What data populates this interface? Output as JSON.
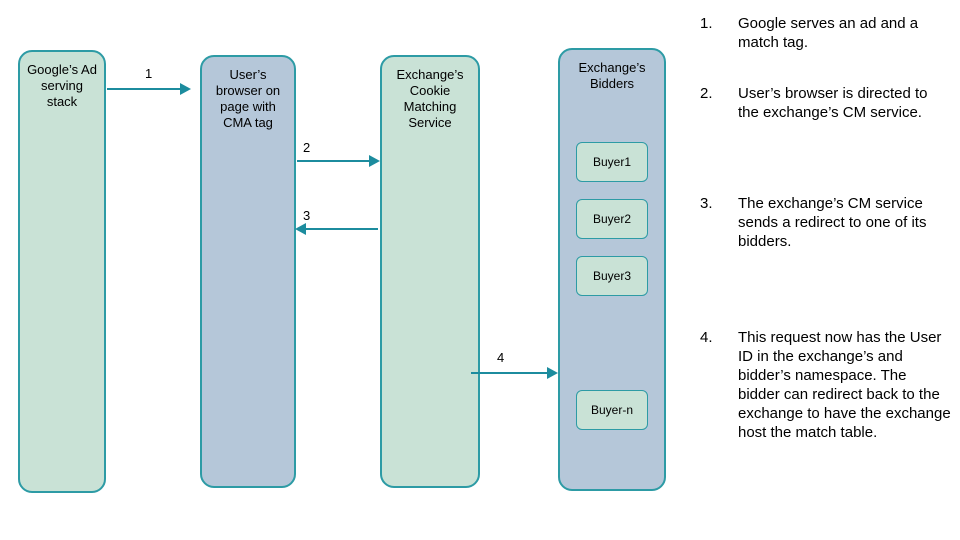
{
  "diagram": {
    "columns": [
      {
        "label": "Google’s Ad serving stack"
      },
      {
        "label": "User’s browser on page with CMA tag"
      },
      {
        "label": "Exchange’s Cookie Matching Service"
      },
      {
        "label": "Exchange’s Bidders"
      }
    ],
    "buyers": [
      "Buyer1",
      "Buyer2",
      "Buyer3",
      "Buyer-n"
    ],
    "arrows": [
      {
        "label": "1"
      },
      {
        "label": "2"
      },
      {
        "label": "3"
      },
      {
        "label": "4"
      }
    ],
    "colors": {
      "border_teal": "#2d9ba5",
      "arrow_teal": "#1c8c9e",
      "fill_green": "#c9e2d6",
      "fill_blue": "#b5c7d9"
    }
  },
  "notes": [
    {
      "num": "1.",
      "text": "Google serves an ad and a match tag."
    },
    {
      "num": "2.",
      "text": "User’s browser is directed to the exchange’s CM service."
    },
    {
      "num": "3.",
      "text": "The exchange’s CM service sends a redirect to one of its bidders."
    },
    {
      "num": "4.",
      "text": "This request now has the User ID in the exchange’s and bidder’s namespace. The bidder can redirect back to the exchange to have the exchange host the match table."
    }
  ]
}
